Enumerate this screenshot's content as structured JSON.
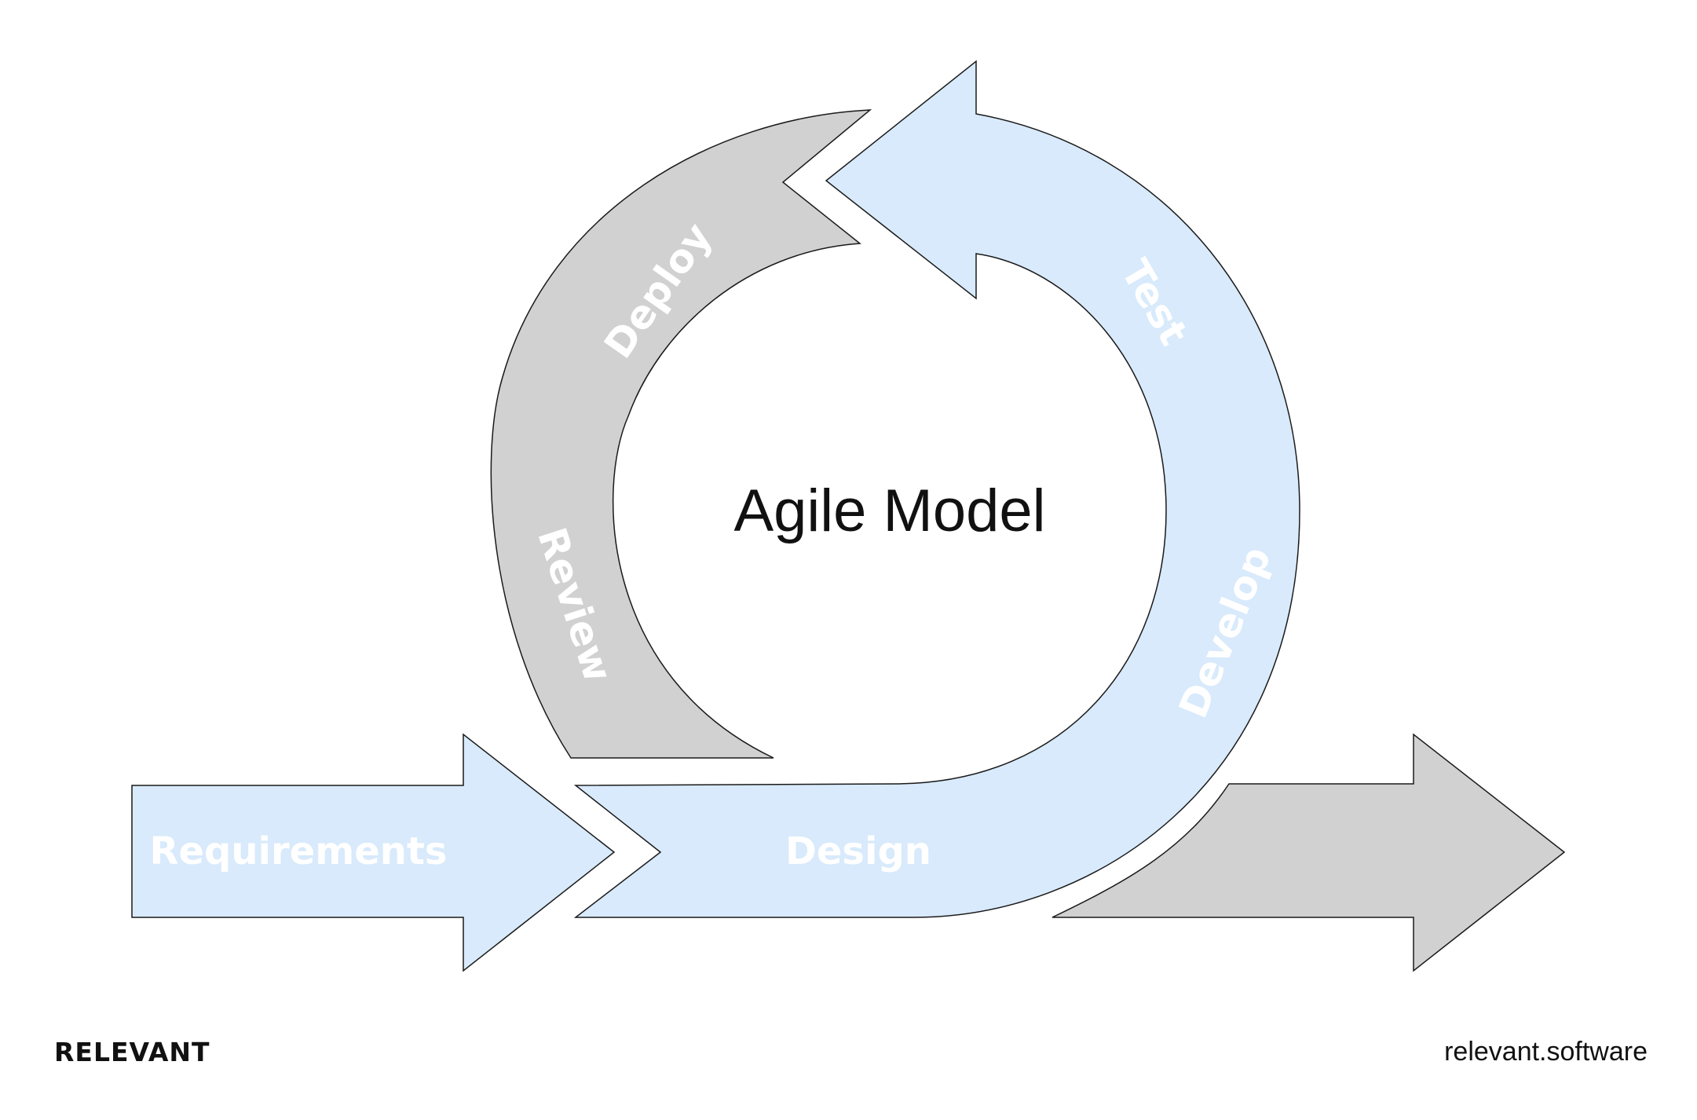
{
  "diagram": {
    "title": "Agile Model",
    "stages": {
      "requirements": "Requirements",
      "design": "Design",
      "develop": "Develop",
      "test": "Test",
      "deploy": "Deploy",
      "review": "Review"
    }
  },
  "footer": {
    "brand": "RELEVANT",
    "url": "relevant.software"
  },
  "colors": {
    "light_blue": "#d8eafb",
    "gray": "#d0d1d0",
    "outline": "#1a1a1a",
    "label": "#ffffff"
  }
}
